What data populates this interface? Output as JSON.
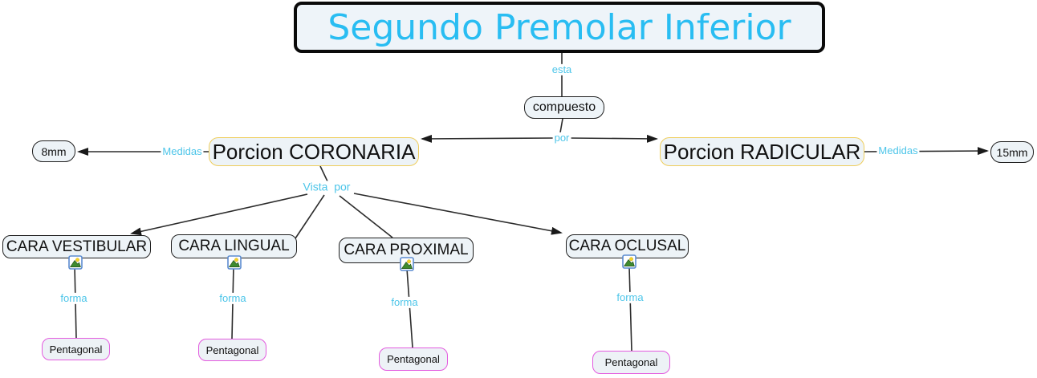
{
  "map_title": "Segundo Premolar Inferior",
  "colors": {
    "title_text": "#29BDF2",
    "link_text": "#4CC5E9",
    "node_background": "#EDF3F7",
    "porcion_border_yellow": "#EFCE5C",
    "pentagonal_border_magenta": "#E35BDF",
    "connector_line": "#1A1A1A"
  },
  "nodes": {
    "title": {
      "label": "Segundo Premolar Inferior"
    },
    "compuesto": {
      "label": "compuesto"
    },
    "coronaria": {
      "label": "Porcion CORONARIA"
    },
    "radicular": {
      "label": "Porcion RADICULAR"
    },
    "mm8": {
      "label": "8mm"
    },
    "mm15": {
      "label": "15mm"
    },
    "cara_vestibular": {
      "label": "CARA VESTIBULAR"
    },
    "cara_lingual": {
      "label": "CARA LINGUAL"
    },
    "cara_proximal": {
      "label": "CARA PROXIMAL"
    },
    "cara_oclusal": {
      "label": "CARA OCLUSAL"
    },
    "pentagonal_vestibular": {
      "label": "Pentagonal"
    },
    "pentagonal_lingual": {
      "label": "Pentagonal"
    },
    "pentagonal_proximal": {
      "label": "Pentagonal"
    },
    "pentagonal_oclusal": {
      "label": "Pentagonal"
    }
  },
  "links": {
    "esta": "esta",
    "por": "por",
    "medidas_left": "Medidas",
    "medidas_right": "Medidas",
    "vista_por": "Vista  por",
    "forma_vestibular": "forma",
    "forma_lingual": "forma",
    "forma_proximal": "forma",
    "forma_oclusal": "forma"
  },
  "icons": {
    "resource": "image-resource-icon"
  }
}
